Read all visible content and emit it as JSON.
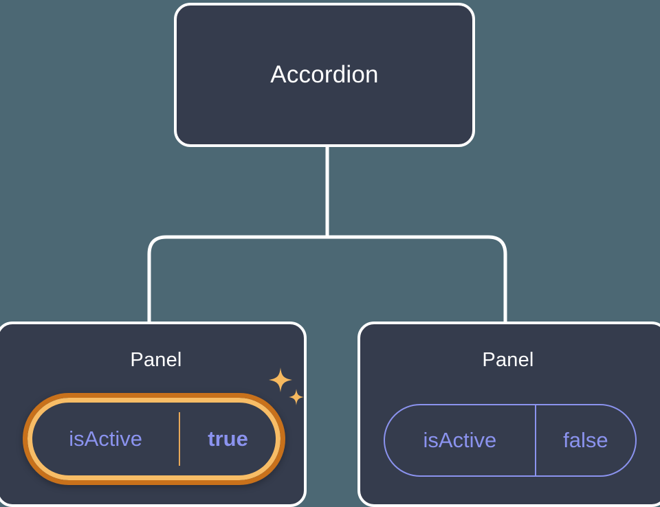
{
  "canvas": {
    "background_color": "#4c6874",
    "node_fill_color": "#353c4d",
    "node_border_color": "#ffffff",
    "connector_color": "#ffffff",
    "prop_text_color": "#8b93ef",
    "highlight_outer_color": "#c8711b",
    "highlight_inner_color": "#f8bd66",
    "sparkle_color": "#f6b95f"
  },
  "tree": {
    "root": {
      "title": "Accordion"
    },
    "children": [
      {
        "title": "Panel",
        "highlighted": true,
        "prop": {
          "key": "isActive",
          "value": "true"
        },
        "sparkle_icons": [
          "sparkle-large-icon",
          "sparkle-small-icon"
        ]
      },
      {
        "title": "Panel",
        "highlighted": false,
        "prop": {
          "key": "isActive",
          "value": "false"
        }
      }
    ]
  }
}
